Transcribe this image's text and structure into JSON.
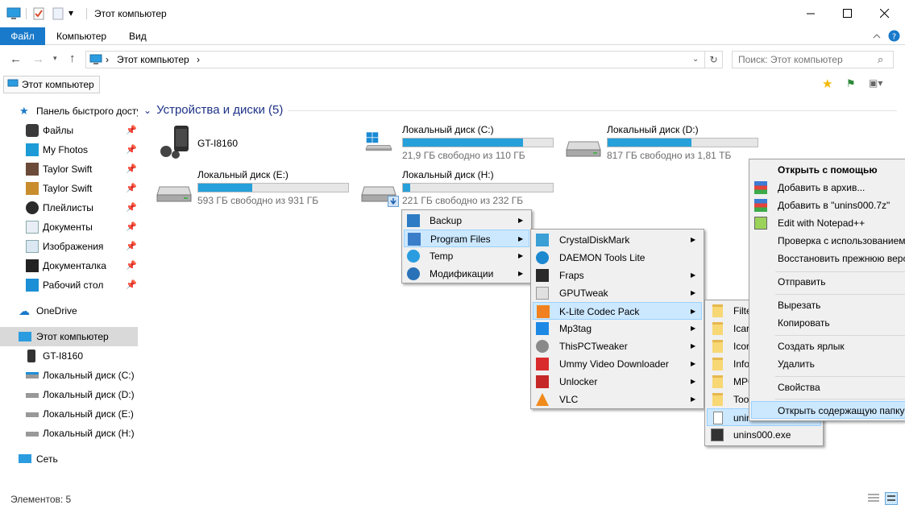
{
  "window": {
    "title": "Этот компьютер",
    "qat_dropdown": "▾"
  },
  "ribbon": {
    "tabs": [
      "Файл",
      "Компьютер",
      "Вид"
    ]
  },
  "address": {
    "path": "Этот компьютер",
    "sep": "›"
  },
  "search": {
    "placeholder": "Поиск: Этот компьютер"
  },
  "favbar": {
    "item": "Этот компьютер"
  },
  "nav": {
    "quick_access": "Панель быстрого доступа",
    "quick_items": [
      "Файлы",
      "My Fhotos",
      "Taylor Swift",
      "Taylor Swift",
      "Плейлисты",
      "Документы",
      "Изображения",
      "Документалка",
      "Рабочий стол"
    ],
    "onedrive": "OneDrive",
    "this_pc": "Этот компьютер",
    "pc_items": [
      "GT-I8160",
      "Локальный диск (C:)",
      "Локальный диск (D:)",
      "Локальный диск (E:)",
      "Локальный диск (H:)"
    ],
    "network": "Сеть"
  },
  "content": {
    "group_title": "Устройства и диски (5)",
    "devices": [
      {
        "name": "GT-I8160"
      },
      {
        "name": "Локальный диск (C:)",
        "free": "21,9 ГБ свободно из 110 ГБ",
        "used_fraction": 0.8
      },
      {
        "name": "Локальный диск (D:)",
        "free": "817 ГБ свободно из 1,81 ТБ",
        "used_fraction": 0.56
      },
      {
        "name": "Локальный диск (E:)",
        "free": "593 ГБ свободно из 931 ГБ",
        "used_fraction": 0.36
      },
      {
        "name": "Локальный диск (H:)",
        "free": "221 ГБ свободно из 232 ГБ",
        "used_fraction": 0.05
      }
    ]
  },
  "menu1": {
    "items": [
      "Backup",
      "Program Files",
      "Temp",
      "Модификации"
    ]
  },
  "menu2": {
    "items": [
      "CrystalDiskMark",
      "DAEMON Tools Lite",
      "Fraps",
      "GPUTweak",
      "K-Lite Codec Pack",
      "Mp3tag",
      "ThisPCTweaker",
      "Ummy Video Downloader",
      "Unlocker",
      "VLC"
    ]
  },
  "menu3": {
    "items": [
      "Filte",
      "Icar",
      "Icor",
      "Infor",
      "MPC",
      "Tool",
      "unin",
      "unins000.exe"
    ]
  },
  "context_menu": {
    "items": [
      "Открыть с помощью",
      "Добавить в архив...",
      "Добавить в \"unins000.7z\"",
      "Edit with Notepad++",
      "Проверка с использованием",
      "Восстановить прежнюю версию",
      "Отправить",
      "Вырезать",
      "Копировать",
      "Создать ярлык",
      "Удалить",
      "Свойства",
      "Открыть содержащую папку"
    ]
  },
  "status": {
    "count": "Элементов: 5"
  },
  "colors": {
    "accent": "#1979ca",
    "bar_fill": "#26a0da",
    "highlight": "#cce8ff"
  }
}
